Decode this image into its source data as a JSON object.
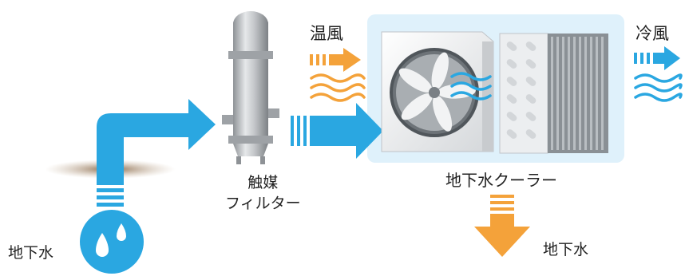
{
  "labels": {
    "hot_air": "温風",
    "cold_air": "冷風",
    "filter_line1": "触媒",
    "filter_line2": "フィルター",
    "cooler": "地下水クーラー",
    "groundwater_in": "地下水",
    "groundwater_out": "地下水"
  },
  "colors": {
    "water_blue": "#2aa7e1",
    "warm_orange": "#f4a23a",
    "cooler_bg": "#dff1fb",
    "metal_gray": "#b8bcc0",
    "soil_brown": "#8a6a4a"
  },
  "icons": [
    "water-drop-icon",
    "fan-icon",
    "filter-tank-icon"
  ]
}
